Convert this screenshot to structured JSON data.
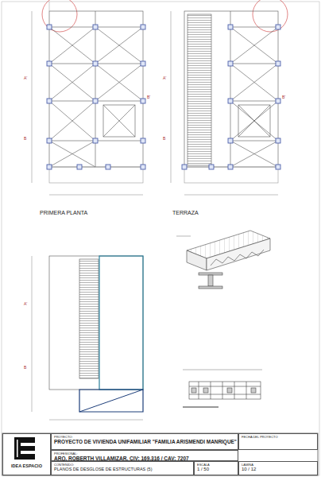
{
  "diagram": {
    "nodes": [
      {
        "text": [
          "IDEA ESPACIO"
        ]
      },
      {
        "text": [
          "PROYECTO:",
          "PROYECTO DE VIVIENDA UNIFAMILIAR \"FAMILIA ARISMENDI MANRIQUE\""
        ]
      },
      {
        "text": [
          "FECHA DEL PROYECTO"
        ]
      },
      {
        "text": [
          "PROFESIONAL:",
          "ARQ. ROBERTH VILLAMIZAR. CIV: 169.316 / CAV: 7207"
        ]
      },
      {
        "text": [
          "CONTENIDO:",
          "PLANOS DE DESGLOSE DE ESTRUCTURAS (5)"
        ]
      },
      {
        "text": [
          "ESCALA",
          "1 / 50"
        ]
      },
      {
        "text": [
          "LAMINA",
          "10 / 12"
        ]
      }
    ],
    "edges": [],
    "labels": [
      "PRIMERA PLANTA",
      "TERRAZA",
      "A'",
      "B",
      "B'",
      "A'",
      "B",
      "B'",
      "A'",
      "B"
    ]
  }
}
